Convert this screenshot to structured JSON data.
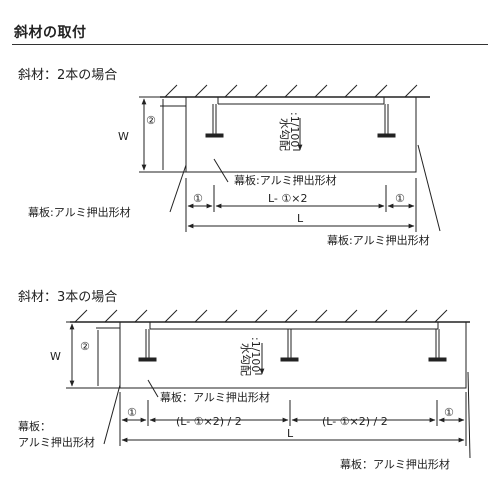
{
  "section_title": "斜材の取付",
  "case1": {
    "title": "斜材：2本の場合",
    "slope": "水勾配",
    "slope_ratio": ":1/100",
    "label_inner": "幕板:アルミ押出形材",
    "label_left": "幕板:アルミ押出形材",
    "label_right": "幕板:アルミ押出形材",
    "dim_W": "W",
    "dim_2": "②",
    "dim_1_left": "①",
    "dim_1_right": "①",
    "dim_mid": "L- ①×2",
    "dim_L": "L"
  },
  "case2": {
    "title": "斜材：3本の場合",
    "slope": "水勾配",
    "slope_ratio": ":1/100",
    "label_inner": "幕板：アルミ押出形材",
    "label_left_1": "幕板：",
    "label_left_2": "アルミ押出形材",
    "label_right": "幕板：アルミ押出形材",
    "dim_W": "W",
    "dim_2": "②",
    "dim_1_left": "①",
    "dim_1_right": "①",
    "dim_mid_a": "(L- ①×2) / 2",
    "dim_mid_b": "(L- ①×2) / 2",
    "dim_L": "L"
  }
}
